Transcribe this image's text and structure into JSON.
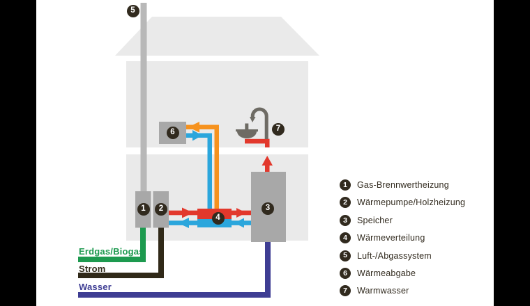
{
  "colors": {
    "supply_red": "#e2382c",
    "return_blue": "#2ba6dc",
    "radiator_orange": "#f6921e",
    "gas_green": "#1d9a4f",
    "strom_dark": "#302918",
    "wasser_purple": "#3e3d93",
    "box_gray": "#a8a8a8",
    "house_gray": "#eaeaea",
    "chimney_gray": "#b8b8b8",
    "fixture_gray": "#6e6b64",
    "marker_dark": "#312a1e"
  },
  "icons": {
    "faucet": "faucet-icon",
    "sink": "sink-icon",
    "chimney": "chimney-pipe"
  },
  "supply_labels": {
    "erdgas": "Erdgas/Biogas",
    "strom": "Strom",
    "wasser": "Wasser"
  },
  "markers": {
    "m1": "1",
    "m2": "2",
    "m3": "3",
    "m4": "4",
    "m5": "5",
    "m6": "6",
    "m7": "7"
  },
  "legend": {
    "items": [
      {
        "number": "1",
        "label": "Gas-Brennwertheizung"
      },
      {
        "number": "2",
        "label": "Wärmepumpe/Holzheizung"
      },
      {
        "number": "3",
        "label": "Speicher"
      },
      {
        "number": "4",
        "label": "Wärmeverteilung"
      },
      {
        "number": "5",
        "label": "Luft-/Abgassystem"
      },
      {
        "number": "6",
        "label": "Wärmeabgabe"
      },
      {
        "number": "7",
        "label": "Warmwasser"
      }
    ]
  }
}
